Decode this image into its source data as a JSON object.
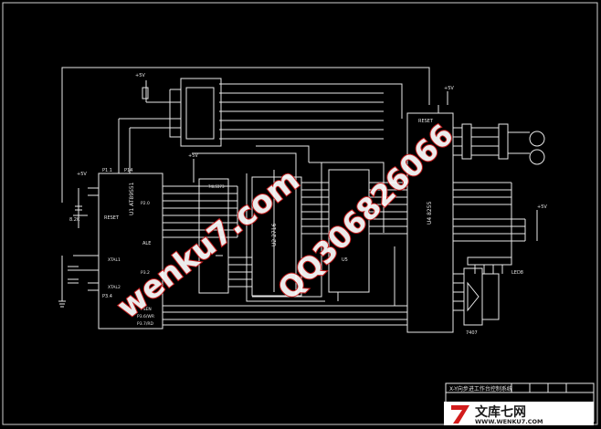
{
  "schematic": {
    "cpu": {
      "name": "U1 AT89S51",
      "pins": {
        "top": "P1.1",
        "p14": "P14",
        "reset": "RESET",
        "xtal1": "XTAL1",
        "xtal2": "XTAL2",
        "p34": "P3.4",
        "ale": "ALE",
        "wr": "P3.6/WR",
        "rd": "P3.7/RD",
        "psen": "PSEN",
        "p20": "P2.0",
        "p32": "P3.2"
      }
    },
    "latch": {
      "name": "74LS373"
    },
    "ram": {
      "name": "U2 2716"
    },
    "u5": {
      "name": "U5"
    },
    "piu": {
      "name": "U4 8255",
      "reset": "RESET"
    },
    "display": {
      "name": "LED8"
    },
    "driver": {
      "name": "7407"
    },
    "power": {
      "vcc": "+5V",
      "r_reset": "8.2K"
    },
    "title_block": {
      "text": "X-Y向步进工作台控制系统"
    },
    "watermarks": {
      "site": "wenku7.com",
      "phone": "QQ306826066"
    },
    "logo": {
      "cn": "文库七网",
      "url": "WWW.WENKU7.COM"
    }
  }
}
